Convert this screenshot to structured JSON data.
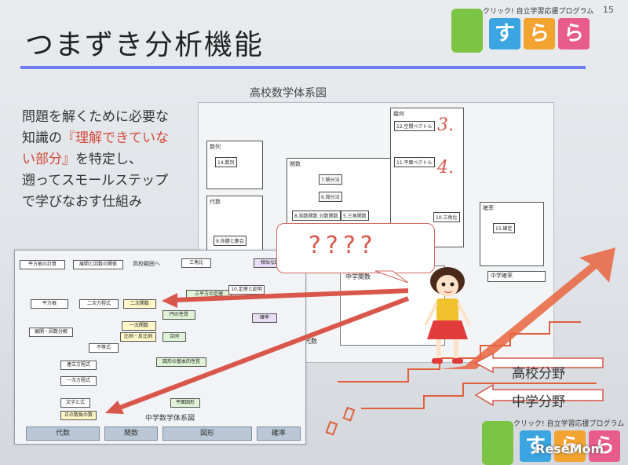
{
  "slide": {
    "title": "つまずき分析機能",
    "page_number": "15",
    "description": {
      "line1": "問題を解くために必要な",
      "line2a": "知識の",
      "line2b": "『理解できていな",
      "line3a": "い部分』",
      "line3b": "を特定し、",
      "line4": "遡ってスモールステップ",
      "line5": "で学びなおす仕組み"
    },
    "colors": {
      "accent": "#6f7df0",
      "highlight": "#d24a3a",
      "arrow": "#d9574a"
    }
  },
  "logo": {
    "tagline": "クリック! 自立学習応援プログラム",
    "char1": "す",
    "char2": "ら",
    "char3": "ら",
    "colors": [
      "#7cc443",
      "#3aa5e0",
      "#f2a330",
      "#e85c8c"
    ]
  },
  "hs_diagram": {
    "title": "高校数学体系図",
    "sections": {
      "sequence": "数列",
      "algebra": "代数",
      "functions": "関数",
      "geometry": "幾何",
      "probability": "確率"
    },
    "items": {
      "seq": "14.数列",
      "set": "9.命題と集合",
      "integral": "7.積分法",
      "diff": "6.微分法",
      "expfn": "8.指数関数\n対数関数",
      "trig": "5.三角関数",
      "spacevec": "12.空間ベクトル",
      "planevec": "11.平面ベクトル",
      "trigratio": "10.三角比",
      "cases": "15.確定"
    },
    "annotations": {
      "three": "3.",
      "four": "4."
    },
    "lower_labels": {
      "ms_functions": "中学関数",
      "ms_prob": "中学確率",
      "algebra": "代数"
    }
  },
  "question": {
    "marks": "????"
  },
  "ms_diagram": {
    "title": "中学数学体系図",
    "top_labels": {
      "plan": "平方根の計算",
      "linear": "展開と因数の関係",
      "hs_range": "高校範囲へ",
      "trig": "三角比",
      "sim": "相似な図形"
    },
    "cells": {
      "square": "平方根",
      "quad_eq": "二次方程式",
      "quad_fn": "二次関数",
      "pythag": "三平方の定理",
      "proof": "10.定理と証明",
      "factor": "展開・因数分解",
      "linear_fn": "一次関数",
      "circle": "円の性質",
      "prop": "比例・反比例",
      "ineq": "不等式",
      "congr": "合同",
      "simul": "連立方程式",
      "linear_eq": "一次方程式",
      "basic_fig": "図形の基本的性質",
      "letters": "文字と式",
      "posneg": "正の数負の数",
      "plane": "平面図形",
      "prob": "確率"
    },
    "categories": [
      "代数",
      "関数",
      "図形",
      "確率"
    ]
  },
  "right_labels": {
    "hs": "高校分野",
    "ms": "中学分野"
  },
  "watermark": "ReseMom"
}
